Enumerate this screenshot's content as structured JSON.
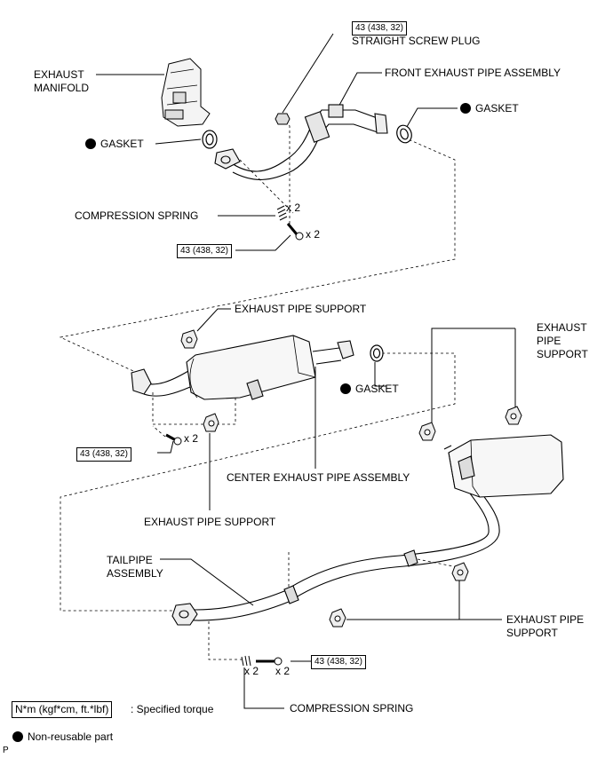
{
  "labels": {
    "exhaust_manifold": [
      "EXHAUST",
      "MANIFOLD"
    ],
    "straight_screw_plug": "STRAIGHT SCREW PLUG",
    "front_exhaust_pipe_assembly": "FRONT EXHAUST PIPE ASSEMBLY",
    "gasket_front_left": "GASKET",
    "gasket_front_right": "GASKET",
    "compression_spring_upper": "COMPRESSION SPRING",
    "exhaust_pipe_support_upper": "EXHAUST PIPE SUPPORT",
    "gasket_center": "GASKET",
    "exhaust_pipe_support_right_top": [
      "EXHAUST",
      "PIPE",
      "SUPPORT"
    ],
    "center_exhaust_pipe_assembly": "CENTER EXHAUST PIPE ASSEMBLY",
    "exhaust_pipe_support_middle": "EXHAUST PIPE SUPPORT",
    "tailpipe_assembly": [
      "TAILPIPE",
      "ASSEMBLY"
    ],
    "exhaust_pipe_support_right_bottom": [
      "EXHAUST PIPE",
      "SUPPORT"
    ],
    "compression_spring_lower": "COMPRESSION SPRING"
  },
  "torque": {
    "screw_plug": "43 (438, 32)",
    "front_bolt": "43 (438, 32)",
    "center_bolt": "43 (438, 32)",
    "tail_bolt": "43 (438, 32)"
  },
  "quantities": {
    "spring_upper": "x 2",
    "bolt_upper": "x 2",
    "bolt_center": "x 2",
    "spring_lower": "x 2",
    "bolt_lower": "x 2"
  },
  "legend": {
    "torque_unit": "N*m (kgf*cm, ft.*lbf)",
    "torque_text": ": Specified torque",
    "non_reusable": "Non-reusable part"
  },
  "corner_mark": "P"
}
